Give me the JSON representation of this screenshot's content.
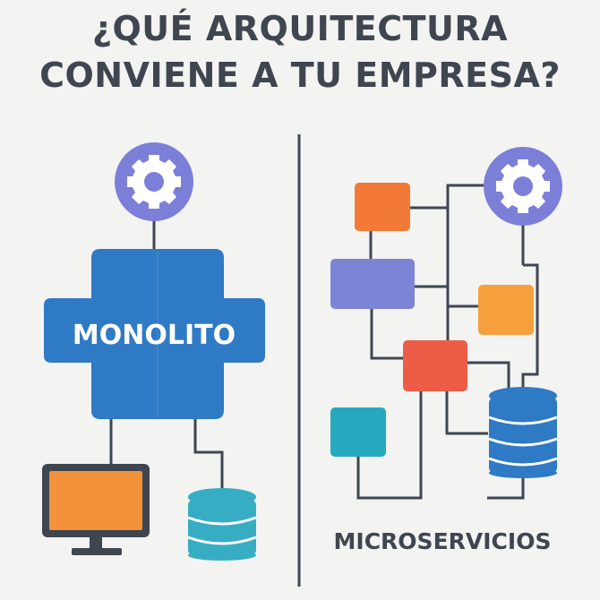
{
  "title": {
    "line1": "¿QUÉ ARQUITECTURA",
    "line2": "CONVIENE A TU EMPRESA?"
  },
  "monolith": {
    "label": "MONOLITO",
    "color": "#2f7ac4",
    "gear_color": "#7c7fd8",
    "monitor_color": "#f3923a",
    "database_color": "#37adc3"
  },
  "microservices": {
    "label": "MICROSERVICIOS",
    "gear_color": "#7c7fd8",
    "database_color": "#2f7ac4",
    "service_colors": [
      "#f27a36",
      "#7c84d6",
      "#f5a03c",
      "#ec5c46",
      "#25a9bf"
    ]
  },
  "icons": {
    "gear": "gear-icon",
    "monitor": "monitor-icon",
    "database": "database-icon"
  },
  "line_color": "#3f4650"
}
